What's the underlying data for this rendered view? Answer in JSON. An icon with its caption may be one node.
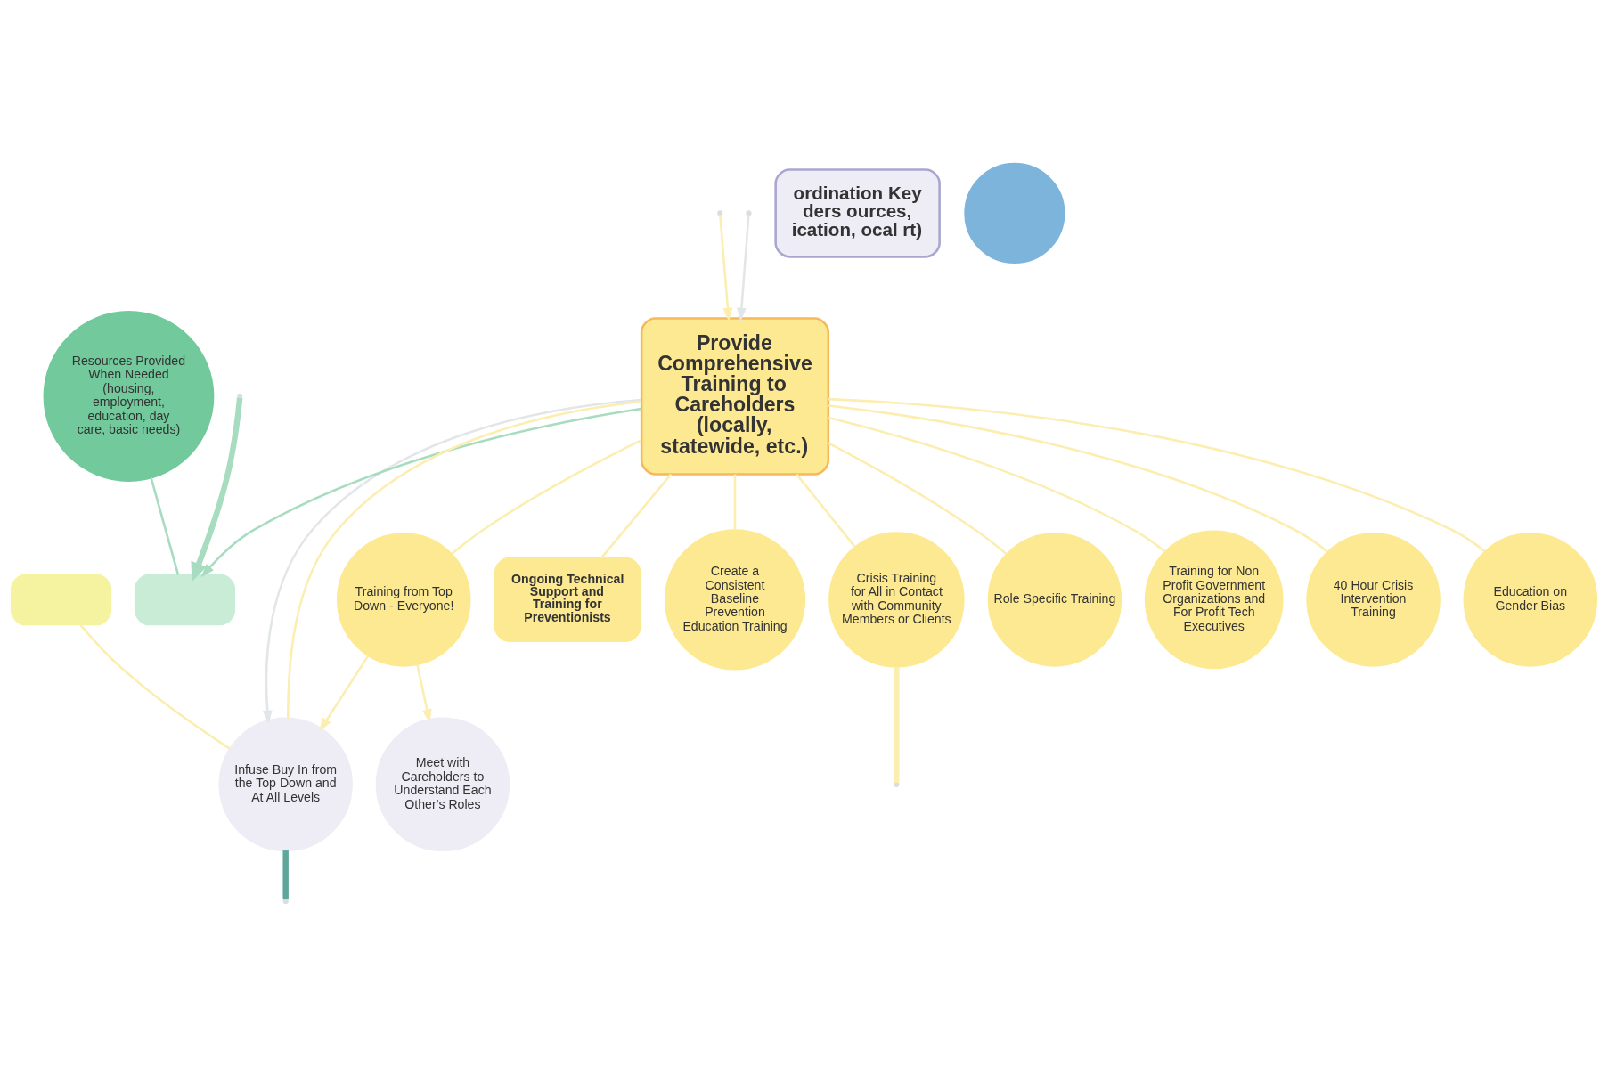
{
  "diagram": {
    "nodes": [
      {
        "text": [
          "Provide Comprehensive Training to Careholders (locally, statewide, etc.)"
        ]
      },
      {
        "text": [
          "Resources Provided When Needed (housing, employment, education, day care, basic needs)"
        ]
      },
      {
        "text": [
          "Meet with Careholders to Understand Each Other's Roles"
        ]
      },
      {
        "text": [
          "Infuse Buy In from the Top Down and At All Levels"
        ]
      },
      {
        "text": [
          "Training from Top Down - Everyone!"
        ]
      },
      {
        "text": [
          "Ongoing Technical Support and Training for Preventionists"
        ]
      },
      {
        "text": [
          "Create a Consistent Baseline Prevention Education Training"
        ]
      },
      {
        "text": [
          "Crisis Training for All in Contact with Community Members or Clients"
        ]
      },
      {
        "text": [
          "Role Specific Training"
        ]
      },
      {
        "text": [
          "Training for Non Profit Government Organizations and For Profit Tech Executives"
        ]
      },
      {
        "text": [
          "40 Hour Crisis Intervention Training"
        ]
      },
      {
        "text": [
          "Education on Gender Bias"
        ]
      },
      {
        "text": [
          "ordination Key ders ources, ication, ocal rt)"
        ]
      },
      {
        "text": [],
        "shape": "box"
      },
      {
        "text": [],
        "shape": "box"
      },
      {
        "text": [],
        "shape": "circle"
      }
    ],
    "edges": [
      {
        "from": 0,
        "to": 14,
        "arrow": "to",
        "color": "#a8dcc0"
      },
      {
        "from": 1,
        "to": 14,
        "arrow": "none",
        "color": "#a8dcc0"
      },
      {
        "from": null,
        "to": 14,
        "arrow": "to",
        "style": "thick",
        "color": "#a8dcc0"
      },
      {
        "from": null,
        "to": 0,
        "arrow": "to"
      },
      {
        "from": null,
        "to": 0,
        "arrow": "to",
        "color": "#e3e6e8"
      },
      {
        "from": 3,
        "to": null,
        "arrow": "none",
        "style": "thick",
        "color": "#5fa69a"
      },
      {
        "from": 13,
        "to": 3,
        "arrow": "none"
      },
      {
        "from": 3,
        "to": 0,
        "arrow": "none"
      },
      {
        "from": 0,
        "to": 3,
        "arrow": "to",
        "color": "#e3e6e8"
      },
      {
        "from": 4,
        "to": 2,
        "arrow": "to"
      },
      {
        "from": 4,
        "to": 3,
        "arrow": "to"
      },
      {
        "from": 0,
        "to": 4,
        "arrow": "none"
      },
      {
        "from": 0,
        "to": 5,
        "arrow": "none"
      },
      {
        "from": 0,
        "to": 6,
        "arrow": "none"
      },
      {
        "from": 0,
        "to": 7,
        "arrow": "none"
      },
      {
        "from": 0,
        "to": 8,
        "arrow": "none"
      },
      {
        "from": 0,
        "to": 9,
        "arrow": "none"
      },
      {
        "from": 0,
        "to": 10,
        "arrow": "none"
      },
      {
        "from": 0,
        "to": 11,
        "arrow": "none"
      },
      {
        "from": 7,
        "to": null,
        "arrow": "none",
        "style": "thick"
      }
    ]
  }
}
